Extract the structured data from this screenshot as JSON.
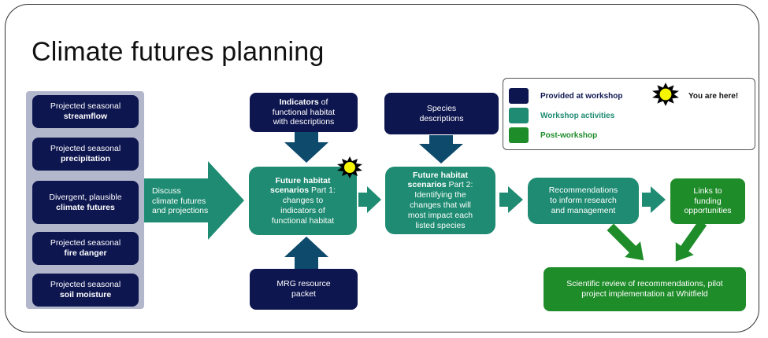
{
  "title": "Climate futures planning",
  "inputs": [
    {
      "line1": "Projected seasonal",
      "line2": "streamflow"
    },
    {
      "line1": "Projected seasonal",
      "line2": "precipitation"
    },
    {
      "line1": "Divergent, plausible",
      "line2": "climate futures"
    },
    {
      "line1": "Projected seasonal",
      "line2": "fire danger"
    },
    {
      "line1": "Projected seasonal",
      "line2": "soil moisture"
    }
  ],
  "discuss": {
    "line1": "Discuss",
    "line2": "climate futures",
    "line3": "and projections"
  },
  "indicators": {
    "bold": "Indicators",
    "rest1": " of",
    "line2": "functional habitat",
    "line3": "with descriptions"
  },
  "species": {
    "line1": "Species",
    "line2": "descriptions"
  },
  "scenario1": {
    "bold1": "Future habitat",
    "bold2": "scenarios",
    "rest2": " Part 1:",
    "line3": "changes to",
    "line4": "indicators of",
    "line5": "functional habitat"
  },
  "scenario2": {
    "bold1": "Future habitat",
    "bold2": "scenarios",
    "rest2": " Part 2:",
    "line3": "Identifying the",
    "line4": "changes that will",
    "line5": "most impact each",
    "line6": "listed species"
  },
  "mrg": {
    "line1": "MRG resource",
    "line2": "packet"
  },
  "recommendations": {
    "line1": "Recommendations",
    "line2": "to inform research",
    "line3": "and management"
  },
  "funding": {
    "line1": "Links to",
    "line2": "funding",
    "line3": "opportunities"
  },
  "review": {
    "line1": "Scientific review of recommendations, pilot",
    "line2": "project implementation at Whitfield"
  },
  "legend": {
    "provided": "Provided at workshop",
    "activities": "Workshop activities",
    "post": "Post-workshop",
    "here": "You are here!"
  },
  "colors": {
    "provided": "#0e1650",
    "activities": "#1e8b72",
    "post": "#1f8c2a",
    "panel": "#b3b7cc",
    "sun": "#f5f500"
  },
  "icons": {
    "you_are_here": "sun-icon"
  }
}
